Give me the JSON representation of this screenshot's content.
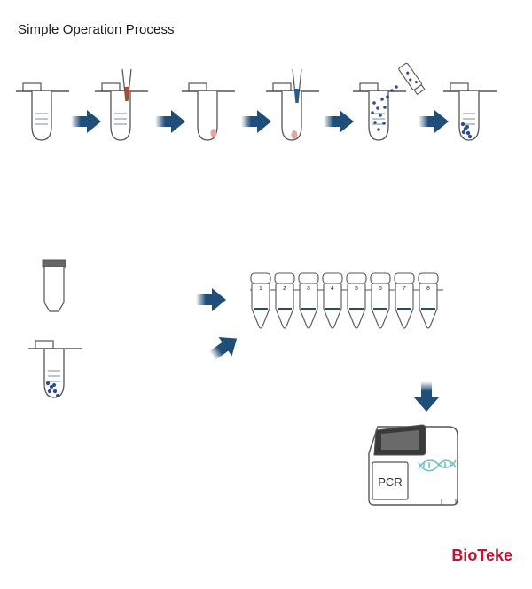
{
  "title": "Simple Operation Process",
  "brand": "BioTeke",
  "strip_labels": [
    "1",
    "2",
    "3",
    "4",
    "5",
    "6",
    "7",
    "8"
  ],
  "instrument_label": "PCR",
  "colors": {
    "arrow": "#1f4e7a",
    "line": "#555555",
    "brand": "#c8102e",
    "dots": "#2d4f8e",
    "dna": "#6fc2c8",
    "pipette_red": "#b9452b",
    "pipette_blue": "#1f5f8f",
    "pellet": "#e4a6a3"
  }
}
